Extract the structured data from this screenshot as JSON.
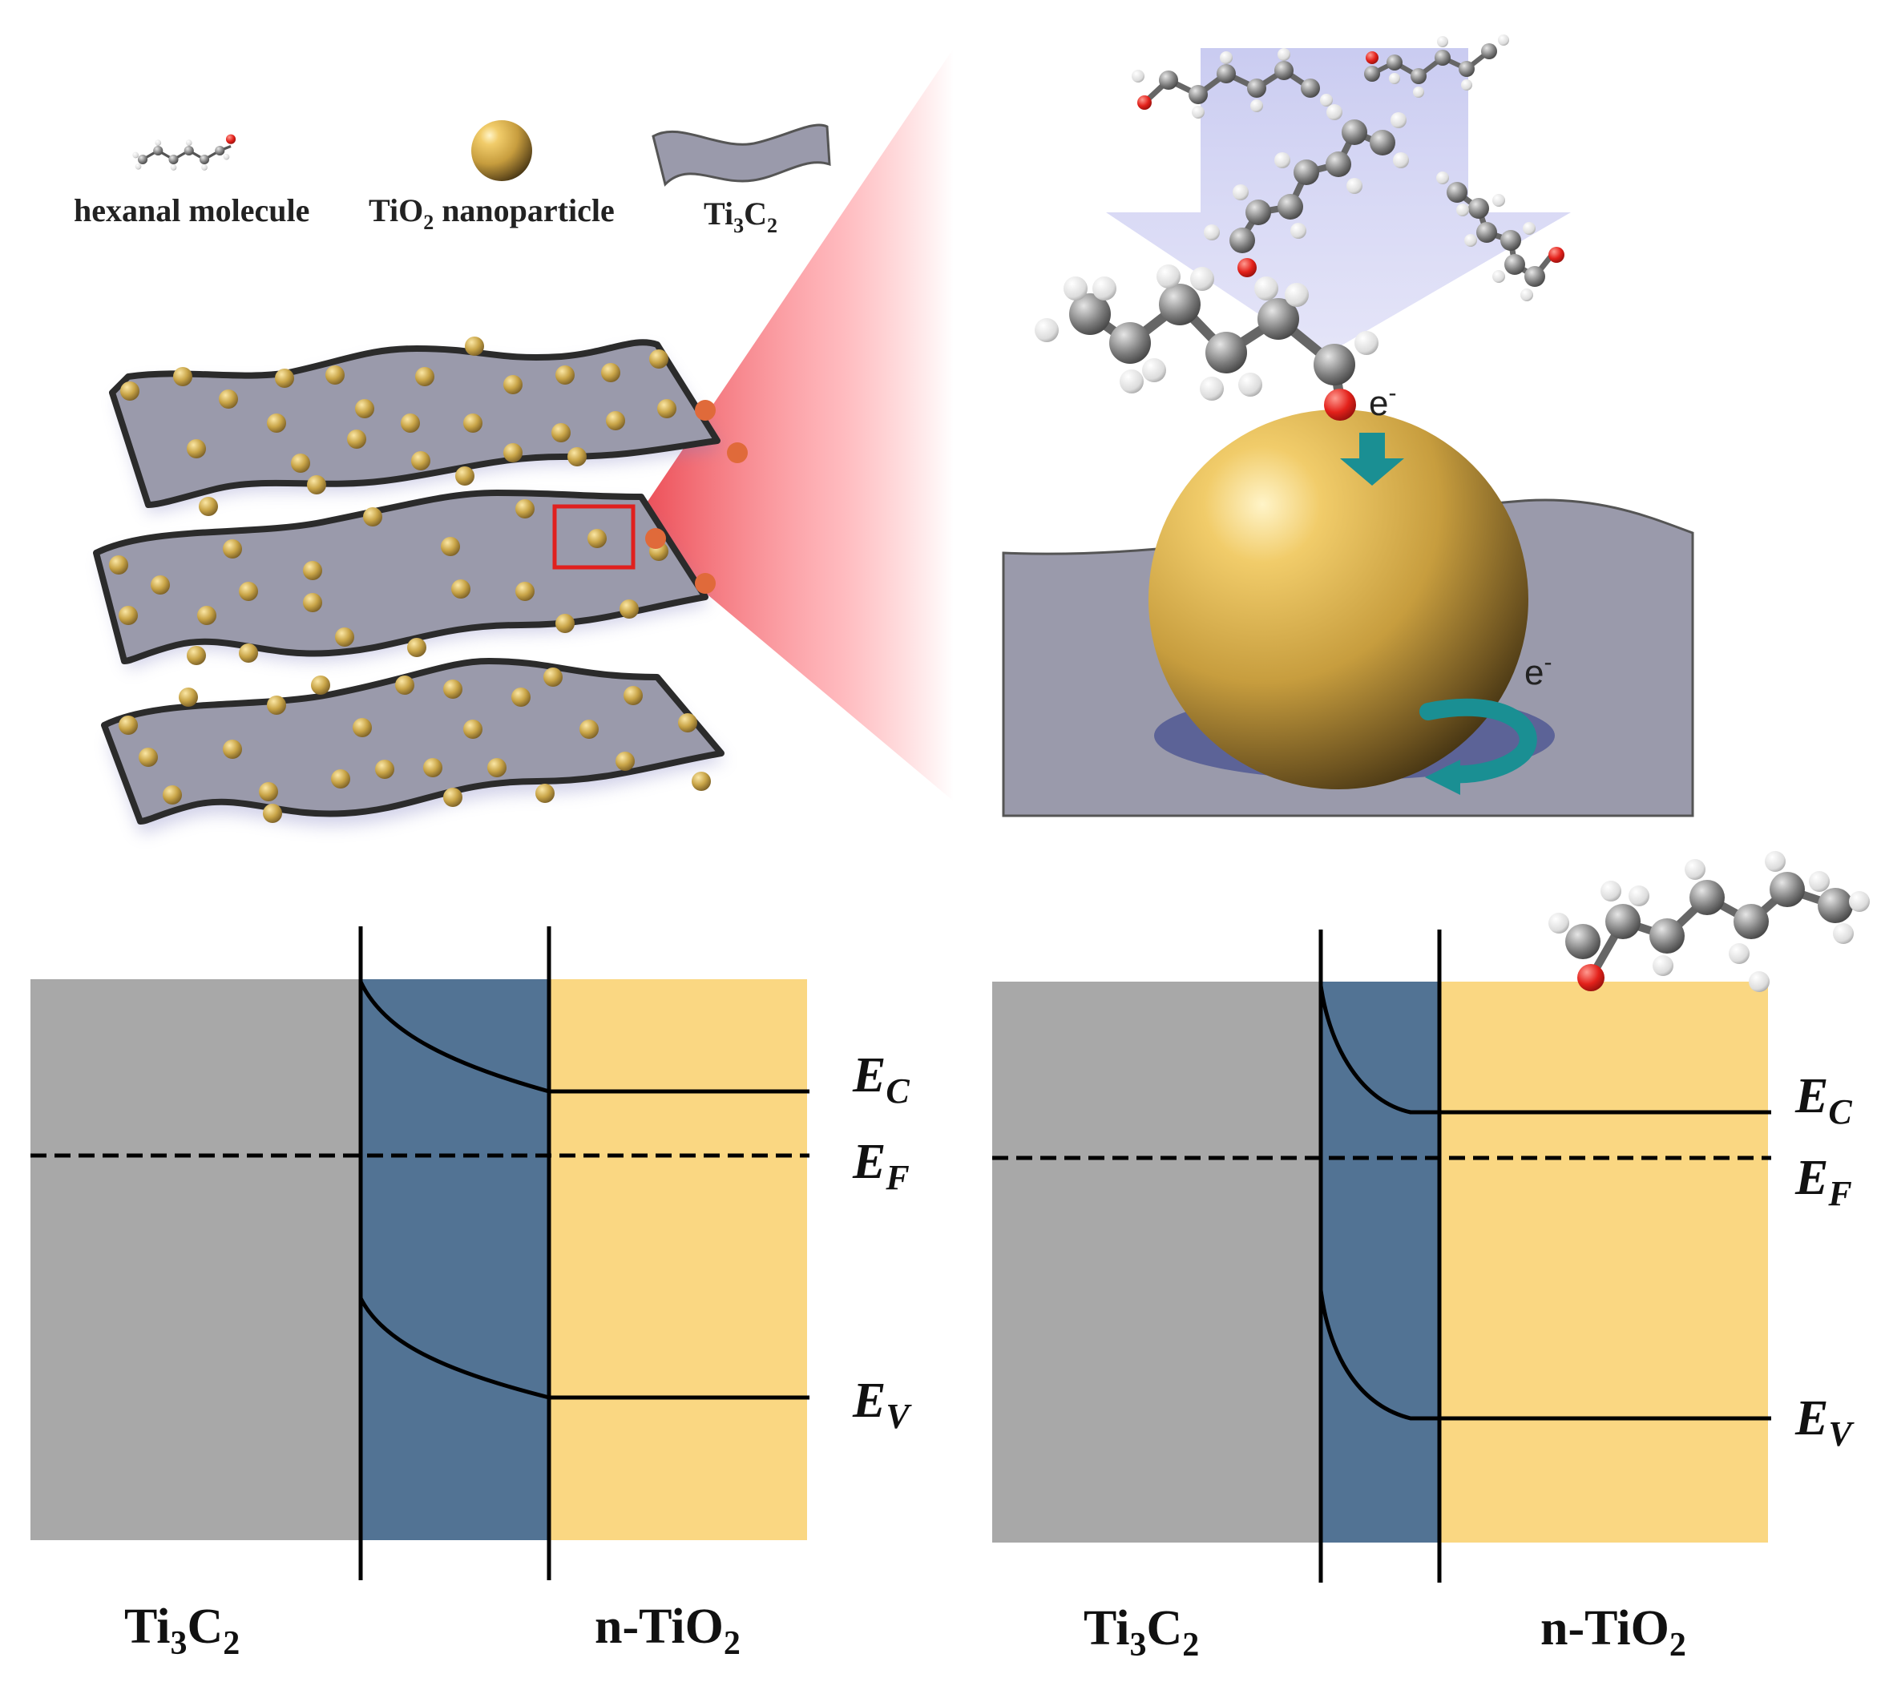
{
  "legend": {
    "hexanal": "hexanal molecule",
    "tio2_base": "TiO",
    "tio2_sub": "2",
    "tio2_rest": " nanoparticle",
    "ti3c2_a": "Ti",
    "ti3c2_sub1": "3",
    "ti3c2_b": "C",
    "ti3c2_sub2": "2"
  },
  "electron": {
    "base": "e",
    "sup": "-"
  },
  "band_left": {
    "left_label": {
      "a": "Ti",
      "s1": "3",
      "b": "C",
      "s2": "2"
    },
    "right_label": {
      "a": "n-TiO",
      "s": "2"
    },
    "ec": {
      "main": "E",
      "sub": "C"
    },
    "ef": {
      "main": "E",
      "sub": "F"
    },
    "ev": {
      "main": "E",
      "sub": "V"
    }
  },
  "band_right": {
    "left_label": {
      "a": "Ti",
      "s1": "3",
      "b": "C",
      "s2": "2"
    },
    "right_label": {
      "a": "n-TiO",
      "s": "2"
    },
    "ec": {
      "main": "E",
      "sub": "C"
    },
    "ef": {
      "main": "E",
      "sub": "F"
    },
    "ev": {
      "main": "E",
      "sub": "V"
    }
  },
  "colors": {
    "metal_gray": "#a8a8a8",
    "depletion_blue": "#527394",
    "tio2_yellow": "#fad782",
    "sheet_gray": "#9a9aab",
    "particle_gold": "#c9a548",
    "highlight_red": "#e0201e",
    "arrow_teal": "#1a8f93",
    "oxygen_red": "#e3211b",
    "carbon_gray": "#707070"
  }
}
